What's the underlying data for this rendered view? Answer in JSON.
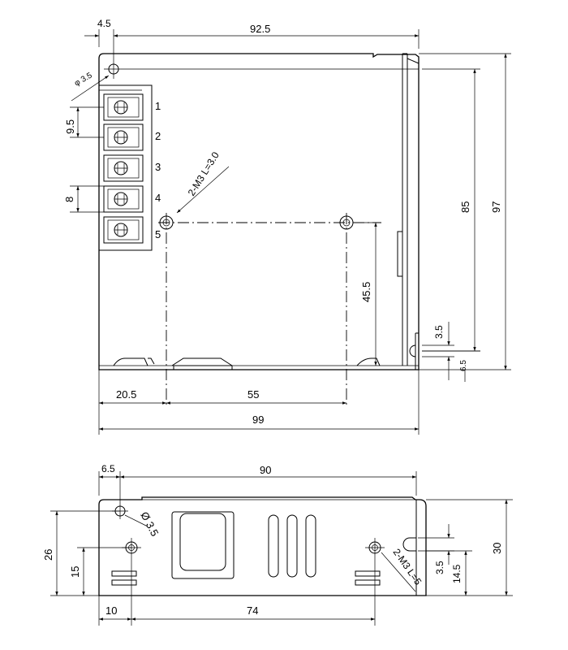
{
  "top_view": {
    "dim_offset_left": "4.5",
    "dim_width_top": "92.5",
    "dim_hole_dia": "φ 3.5",
    "dim_terminal_pitch": "9.5",
    "dim_terminal_width": "8",
    "terminal_numbers": [
      "1",
      "2",
      "3",
      "4",
      "5"
    ],
    "dim_mount_screw": "2-M3 L=3.0",
    "dim_height_inner": "85",
    "dim_height_total": "97",
    "dim_hole_height": "45.5",
    "dim_side_slot": "3.5",
    "dim_side_bottom": "6.5",
    "dim_hole_left": "20.5",
    "dim_hole_spacing": "55",
    "dim_width_total": "99"
  },
  "side_view": {
    "dim_offset_left": "6.5",
    "dim_length": "90",
    "dim_hole_dia": "Ø 3.5",
    "dim_height_hole_upper": "26",
    "dim_height_hole_lower": "15",
    "dim_mount_screw": "2-M3 L=5",
    "dim_height_total": "30",
    "dim_side_slot": "3.5",
    "dim_side_height": "14.5",
    "dim_hole_left": "10",
    "dim_hole_spacing": "74"
  }
}
